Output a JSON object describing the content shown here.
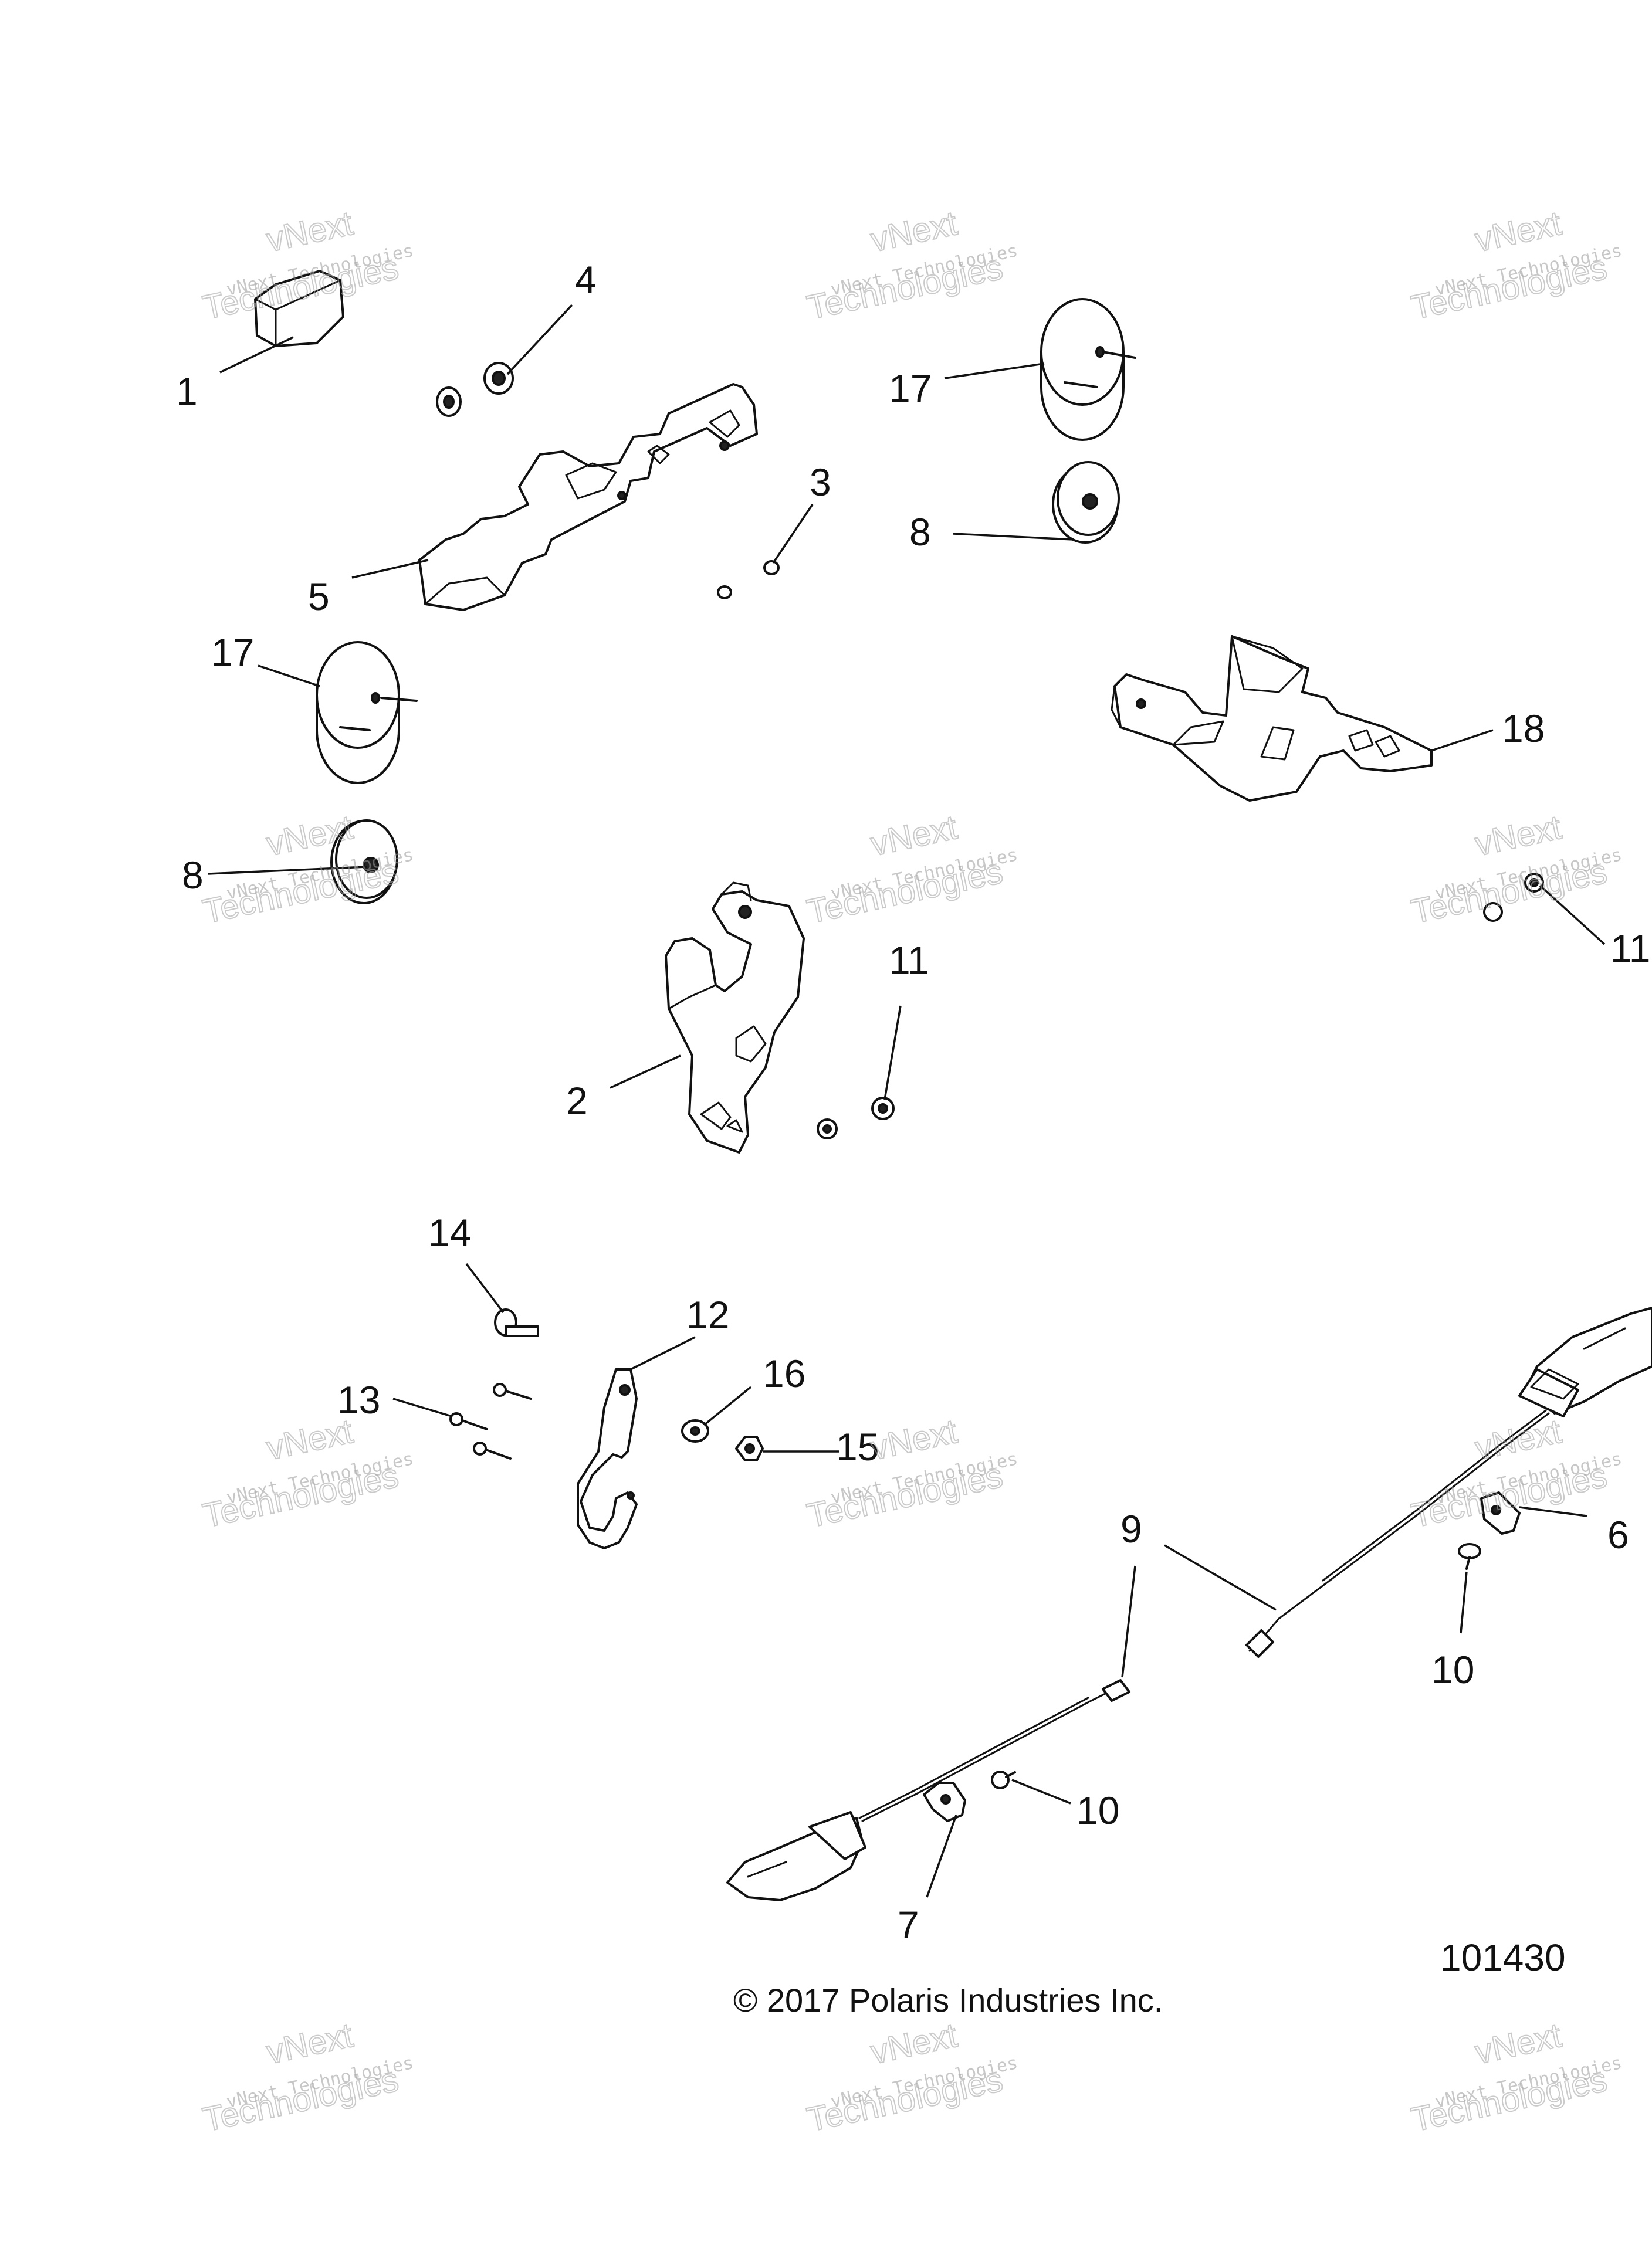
{
  "diagram": {
    "callouts": [
      "1",
      "2",
      "3",
      "4",
      "5",
      "6",
      "7",
      "8",
      "8",
      "9",
      "10",
      "10",
      "11",
      "11",
      "12",
      "13",
      "14",
      "15",
      "16",
      "17",
      "17",
      "18"
    ],
    "figure_number": "101430",
    "copyright": "© 2017 Polaris Industries Inc."
  },
  "watermark": {
    "line1": "vNext",
    "line2": "vNext Technologies",
    "line3": "Technologies"
  }
}
